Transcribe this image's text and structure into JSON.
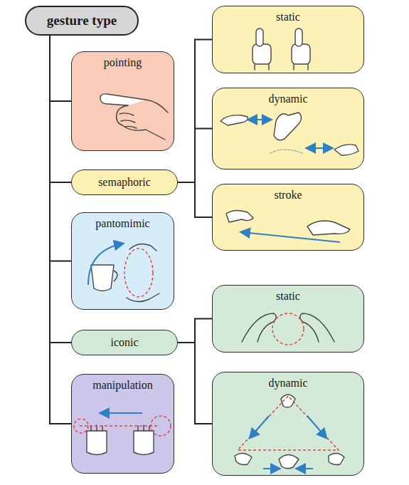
{
  "diagram": {
    "nodes": [
      {
        "text": [
          "gesture type"
        ]
      },
      {
        "text": [
          "pointing"
        ]
      },
      {
        "text": [
          "semaphoric"
        ]
      },
      {
        "text": [
          "pantomimic"
        ]
      },
      {
        "text": [
          "iconic"
        ]
      },
      {
        "text": [
          "manipulation"
        ]
      },
      {
        "text": [
          "static"
        ]
      },
      {
        "text": [
          "dynamic"
        ]
      },
      {
        "text": [
          "stroke"
        ]
      },
      {
        "text": [
          "static"
        ]
      },
      {
        "text": [
          "dynamic"
        ]
      }
    ],
    "edges": [
      {
        "from": 0,
        "to": 1,
        "arrow": "none"
      },
      {
        "from": 0,
        "to": 2,
        "arrow": "none"
      },
      {
        "from": 0,
        "to": 3,
        "arrow": "none"
      },
      {
        "from": 0,
        "to": 4,
        "arrow": "none"
      },
      {
        "from": 0,
        "to": 5,
        "arrow": "none"
      },
      {
        "from": 2,
        "to": 6,
        "arrow": "none"
      },
      {
        "from": 2,
        "to": 7,
        "arrow": "none"
      },
      {
        "from": 2,
        "to": 8,
        "arrow": "none"
      },
      {
        "from": 4,
        "to": 9,
        "arrow": "none"
      },
      {
        "from": 4,
        "to": 10,
        "arrow": "none"
      }
    ]
  }
}
